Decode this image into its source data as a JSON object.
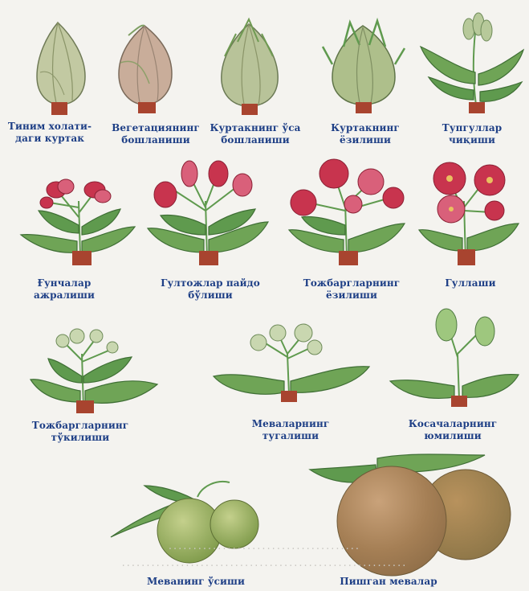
{
  "figure": {
    "stages": [
      {
        "id": "bud-dormant",
        "lines": [
          "Тиним холати-",
          "даги куртак"
        ]
      },
      {
        "id": "vegetation-start",
        "lines": [
          "Вегетациянинг",
          "бошланиши"
        ]
      },
      {
        "id": "bud-growth",
        "lines": [
          "Куртакнинг ўса",
          "бошланиши"
        ]
      },
      {
        "id": "bud-opening",
        "lines": [
          "Куртакнинг",
          "ёзилиши"
        ]
      },
      {
        "id": "flower-buds",
        "lines": [
          "Тупгуллар",
          "чиқиши"
        ]
      },
      {
        "id": "buds-separating",
        "lines": [
          "Ғунчалар",
          "ажралиши"
        ]
      },
      {
        "id": "corolla-forming",
        "lines": [
          "Гултожлар пайдо",
          "бўлиши"
        ]
      },
      {
        "id": "petals-opening",
        "lines": [
          "Тожбаргларнинг",
          "ёзилиши"
        ]
      },
      {
        "id": "flowering",
        "lines": [
          "Гуллаши"
        ]
      },
      {
        "id": "petal-fall",
        "lines": [
          "Тожбаргларнинг",
          "тўкилиши"
        ]
      },
      {
        "id": "fruit-set",
        "lines": [
          "Меваларнинг",
          "тугалиши"
        ]
      },
      {
        "id": "sepals-closing",
        "lines": [
          "Косачаларнинг",
          "юмилиши"
        ]
      },
      {
        "id": "fruit-growth",
        "lines": [
          "Меванинг ўсиши"
        ]
      },
      {
        "id": "fruit-ripe",
        "lines": [
          "Пишган мевалар"
        ]
      }
    ]
  },
  "colors": {
    "label": "#1e3f86",
    "leaf": "#5f9a4e",
    "leaf_dark": "#3f6f35",
    "bud": "#b9c497",
    "stem": "#a8442f",
    "blossom": "#c8344e",
    "blossom_light": "#d9607a",
    "fruit_young": "#95ad5c",
    "fruit_ripe": "#b98a5a"
  }
}
